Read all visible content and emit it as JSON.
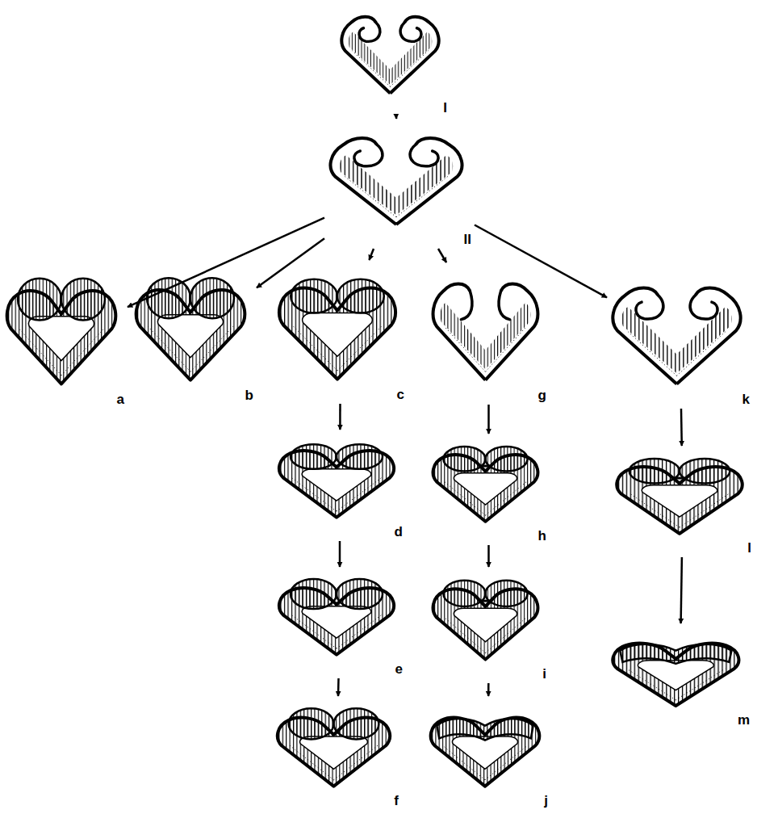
{
  "diagram": {
    "nodes": [
      {
        "text": [
          "I"
        ]
      },
      {
        "text": [
          "II"
        ]
      },
      {
        "text": [
          "a"
        ]
      },
      {
        "text": [
          "b"
        ]
      },
      {
        "text": [
          "c"
        ]
      },
      {
        "text": [
          "g"
        ]
      },
      {
        "text": [
          "k"
        ]
      },
      {
        "text": [
          "d"
        ]
      },
      {
        "text": [
          "h"
        ]
      },
      {
        "text": [
          "l"
        ]
      },
      {
        "text": [
          "e"
        ]
      },
      {
        "text": [
          "i"
        ]
      },
      {
        "text": [
          "m"
        ]
      },
      {
        "text": [
          "f"
        ]
      },
      {
        "text": [
          "j"
        ]
      }
    ],
    "edges": [
      {
        "from": 0,
        "to": 1,
        "arrow": "to"
      },
      {
        "from": 1,
        "to": 2,
        "arrow": "to"
      },
      {
        "from": 1,
        "to": 3,
        "arrow": "to"
      },
      {
        "from": 1,
        "to": 4,
        "arrow": "to"
      },
      {
        "from": 1,
        "to": 5,
        "arrow": "to"
      },
      {
        "from": 1,
        "to": 6,
        "arrow": "to"
      },
      {
        "from": 4,
        "to": 7,
        "arrow": "to"
      },
      {
        "from": 7,
        "to": 10,
        "arrow": "to"
      },
      {
        "from": 10,
        "to": 13,
        "arrow": "to"
      },
      {
        "from": 5,
        "to": 8,
        "arrow": "to"
      },
      {
        "from": 8,
        "to": 11,
        "arrow": "to"
      },
      {
        "from": 11,
        "to": 14,
        "arrow": "to"
      },
      {
        "from": 6,
        "to": 9,
        "arrow": "to"
      },
      {
        "from": 9,
        "to": 12,
        "arrow": "to"
      }
    ]
  }
}
